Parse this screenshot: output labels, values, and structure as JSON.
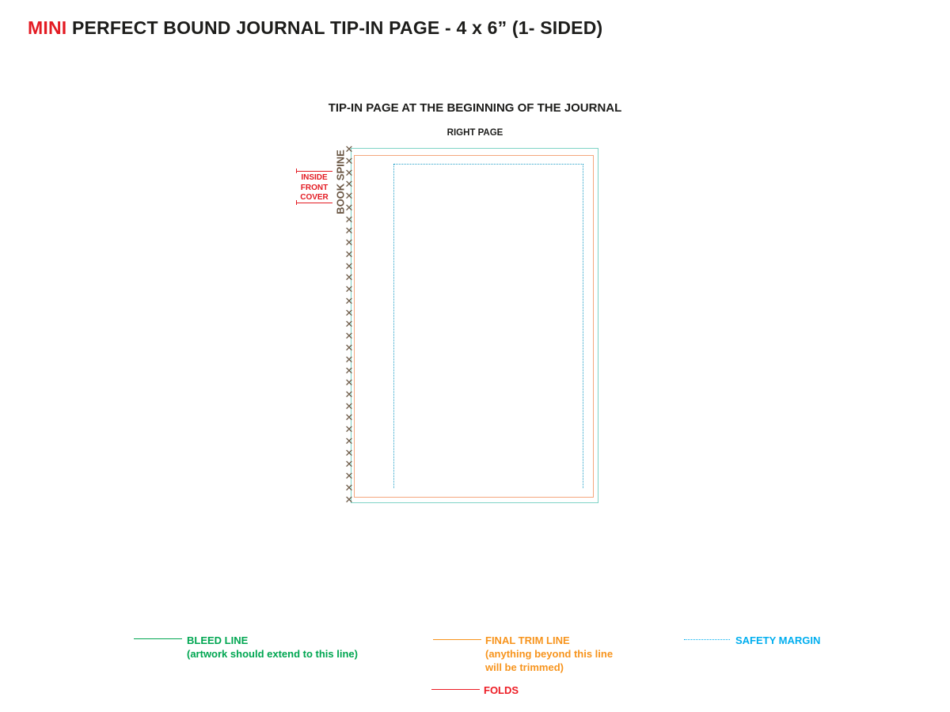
{
  "header": {
    "title_accent": "MINI",
    "title_rest": " PERFECT BOUND JOURNAL TIP-IN  PAGE - 4 x 6” (1- SIDED)"
  },
  "diagram": {
    "subtitle": "TIP-IN PAGE AT THE BEGINNING OF THE JOURNAL",
    "page_label": "RIGHT PAGE",
    "spine_label": "BOOK SPINE",
    "spine_mark": "✕",
    "inside_front_cover": [
      "INSIDE",
      "FRONT",
      "COVER"
    ]
  },
  "legend": {
    "bleed": {
      "title": "BLEED LINE",
      "sub": [
        "(artwork should extend to this line)"
      ],
      "color": "#00a651"
    },
    "trim": {
      "title": "FINAL TRIM LINE",
      "sub": [
        "(anything beyond this line",
        "will be trimmed)"
      ],
      "color": "#f7941d"
    },
    "safety": {
      "title": "SAFETY MARGIN",
      "color": "#00aeef"
    },
    "folds": {
      "title": "FOLDS",
      "color": "#ed1c24"
    }
  },
  "colors": {
    "bleed_box": "#7fd3c6",
    "trim_box": "#f4a77e",
    "safety_box": "#22a0c8",
    "spine": "#6b5744",
    "accent": "#e31b23"
  }
}
